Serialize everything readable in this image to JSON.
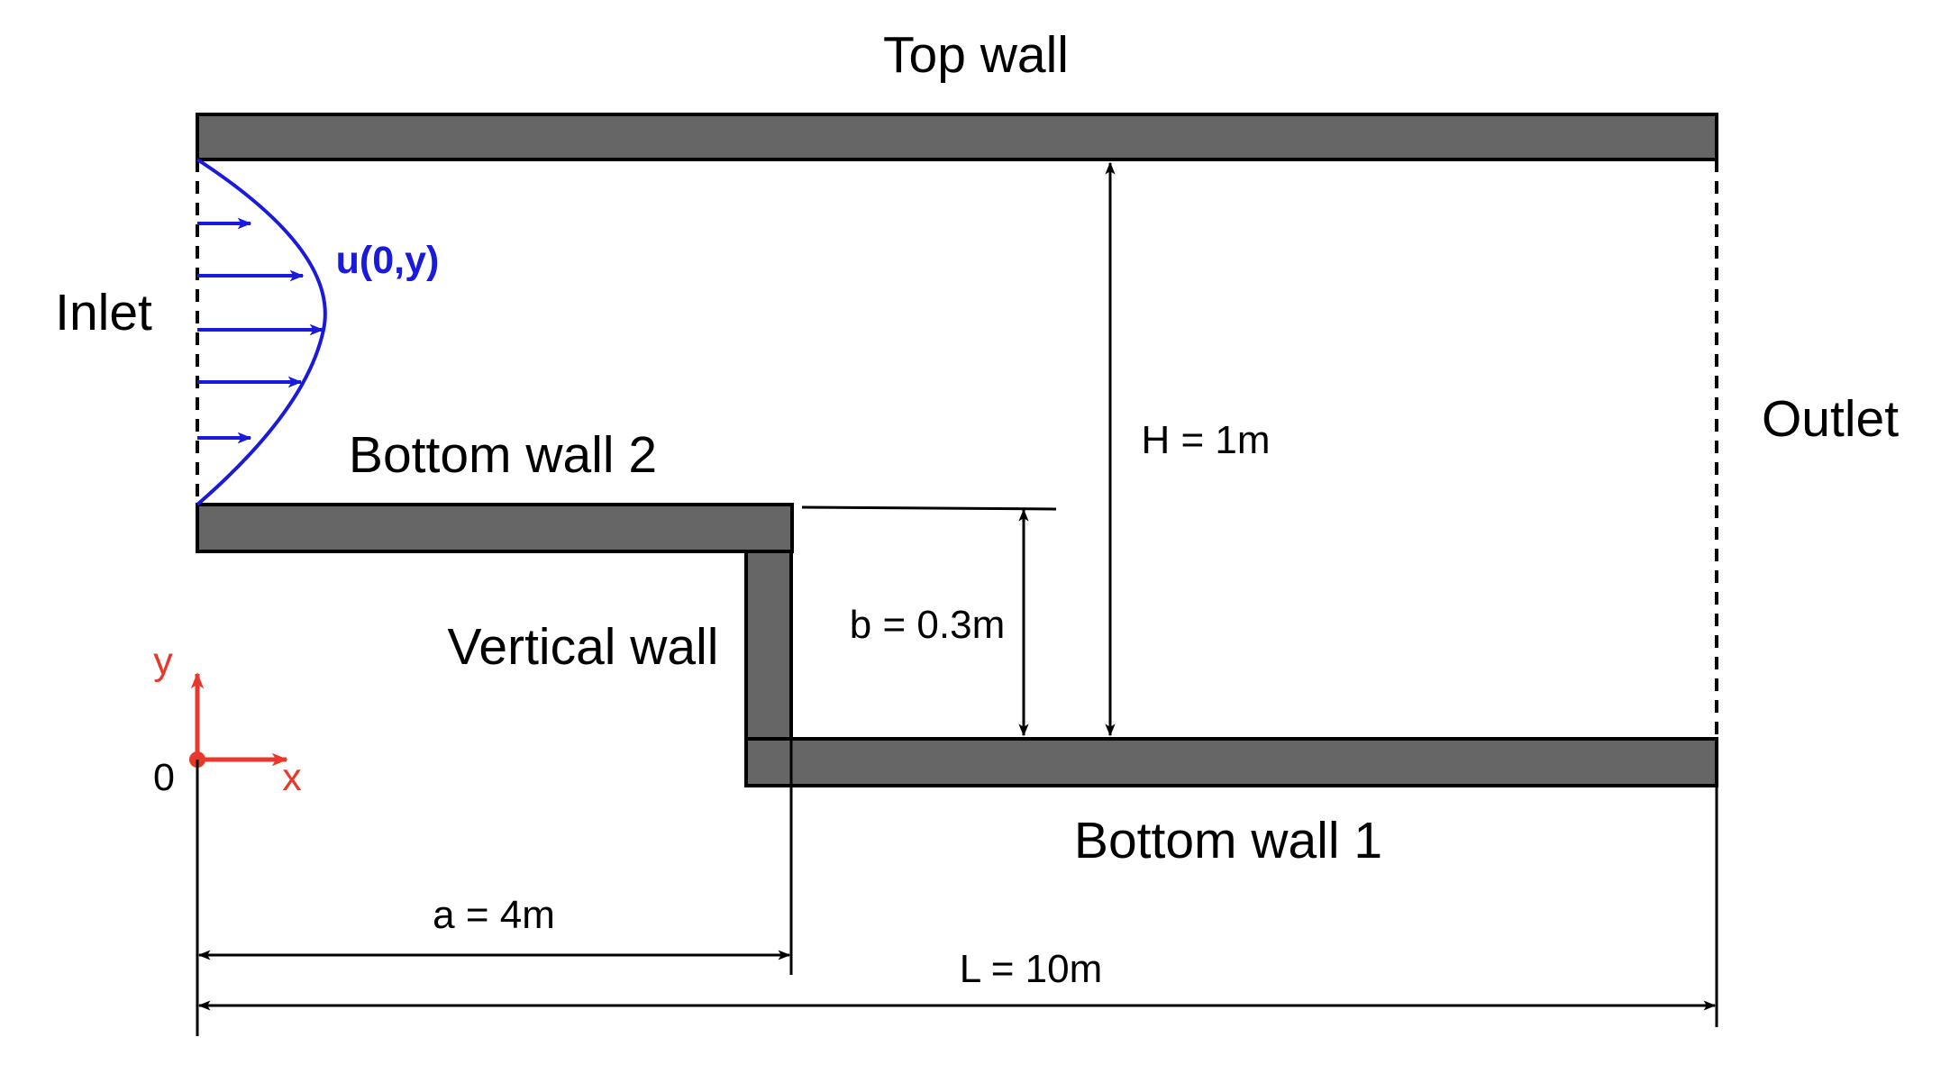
{
  "labels": {
    "top_wall": "Top wall",
    "inlet": "Inlet",
    "outlet": "Outlet",
    "bottom_wall_2": "Bottom wall 2",
    "vertical_wall": "Vertical wall",
    "bottom_wall_1": "Bottom wall 1",
    "velocity_profile": "u(0,y)"
  },
  "dimensions": {
    "height": "H = 1m",
    "step_height": "b = 0.3m",
    "step_length": "a = 4m",
    "length": "L = 10m"
  },
  "axes": {
    "x_label": "x",
    "y_label": "y",
    "origin_label": "0"
  },
  "colors": {
    "wall_fill": "#666666",
    "profile": "#1a1adc",
    "axes": "#e8382b",
    "line": "#000000"
  }
}
